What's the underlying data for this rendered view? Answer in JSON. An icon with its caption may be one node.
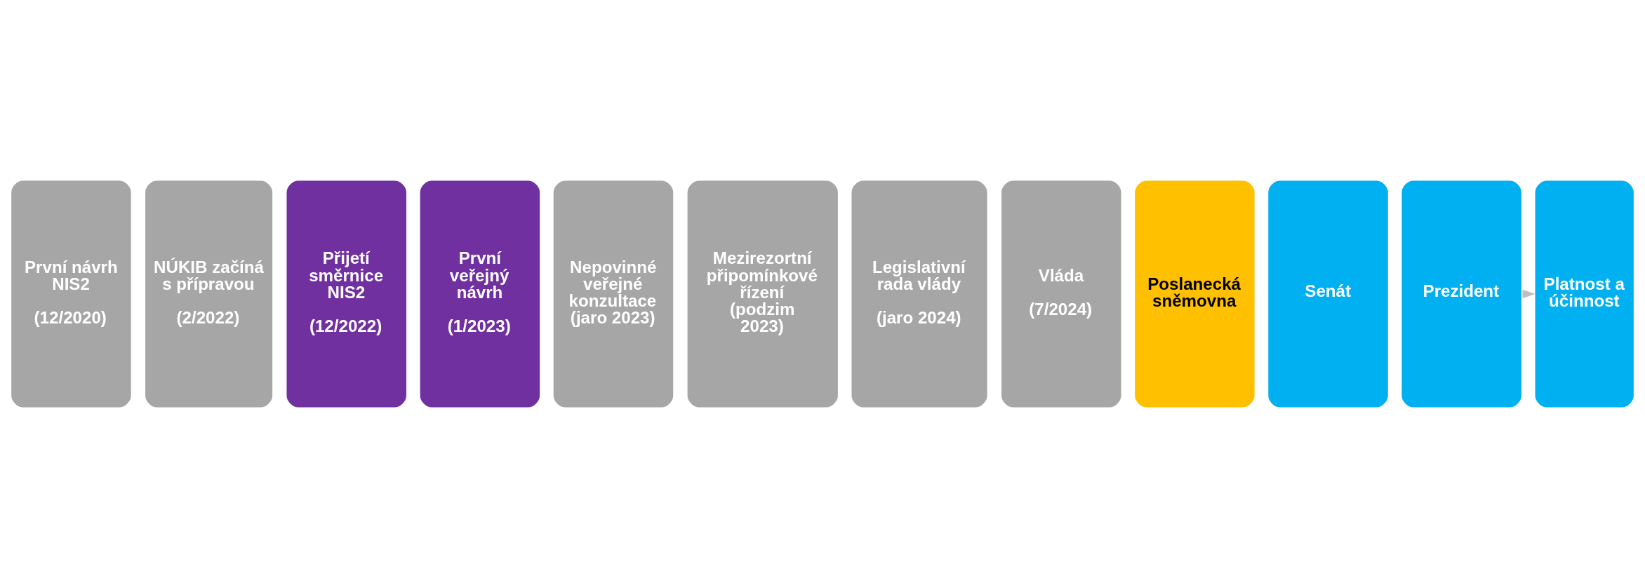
{
  "diagram": {
    "nodes": [
      {
        "text": [
          "První návrh NIS2",
          "(12/2020)"
        ]
      },
      {
        "text": [
          "NÚKIB začíná s přípravou",
          "(2/2022)"
        ]
      },
      {
        "text": [
          "Přijetí směrnice NIS2",
          "(12/2022)"
        ]
      },
      {
        "text": [
          "První veřejný návrh",
          "(1/2023)"
        ]
      },
      {
        "text": [
          "Nepovinné veřejné konzultace (jaro 2023)"
        ]
      },
      {
        "text": [
          "Mezirezortní připomínkové řízení (podzim 2023)"
        ]
      },
      {
        "text": [
          "Legislativní rada vlády",
          "(jaro 2024)"
        ]
      },
      {
        "text": [
          "Vláda",
          "(7/2024)"
        ]
      },
      {
        "text": [
          "Poslanecká sněmovna"
        ]
      },
      {
        "text": [
          "Senát"
        ]
      },
      {
        "text": [
          "Prezident"
        ]
      },
      {
        "text": [
          "Platnost a účinnost"
        ]
      }
    ],
    "edges": [
      {
        "from": 10,
        "to": 11,
        "arrow": "to"
      }
    ]
  }
}
